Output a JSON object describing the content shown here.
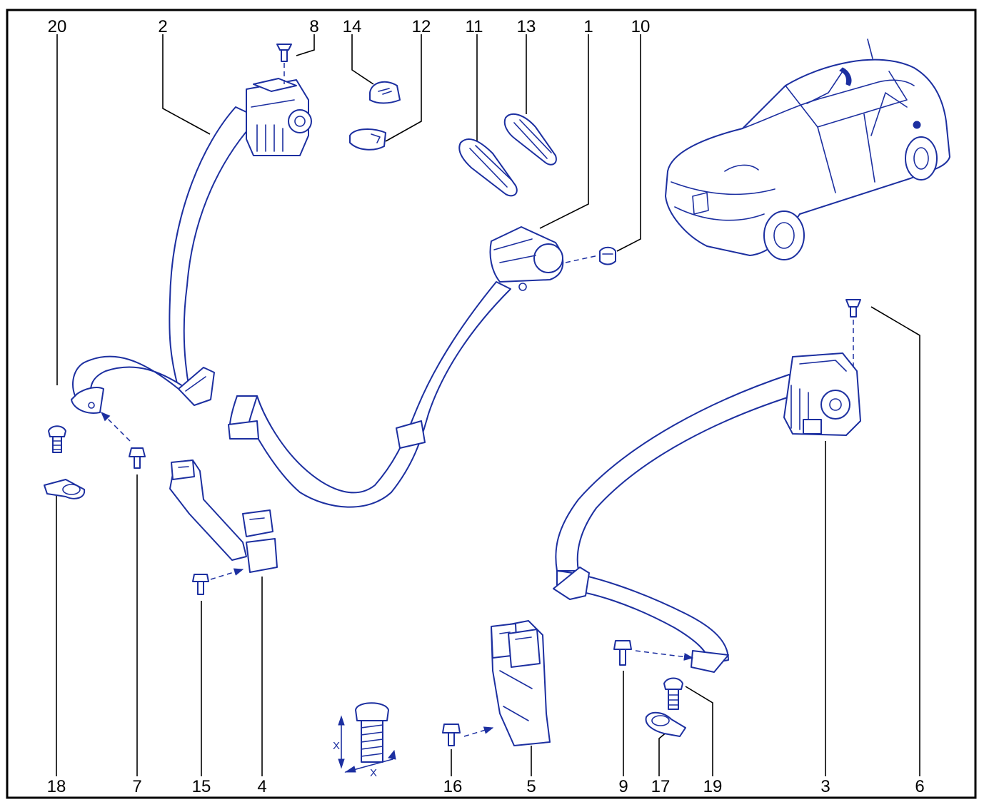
{
  "diagram": {
    "colors": {
      "line": "#1c2fa0",
      "labels": "#000000",
      "frame": "#000000",
      "background": "#ffffff"
    },
    "callouts": {
      "top": [
        "20",
        "2",
        "8",
        "14",
        "12",
        "11",
        "13",
        "1",
        "10"
      ],
      "bottom": [
        "18",
        "7",
        "15",
        "4",
        "16",
        "5",
        "9",
        "17",
        "19",
        "3",
        "6"
      ]
    },
    "dimension_marks": [
      "X",
      "X"
    ]
  }
}
